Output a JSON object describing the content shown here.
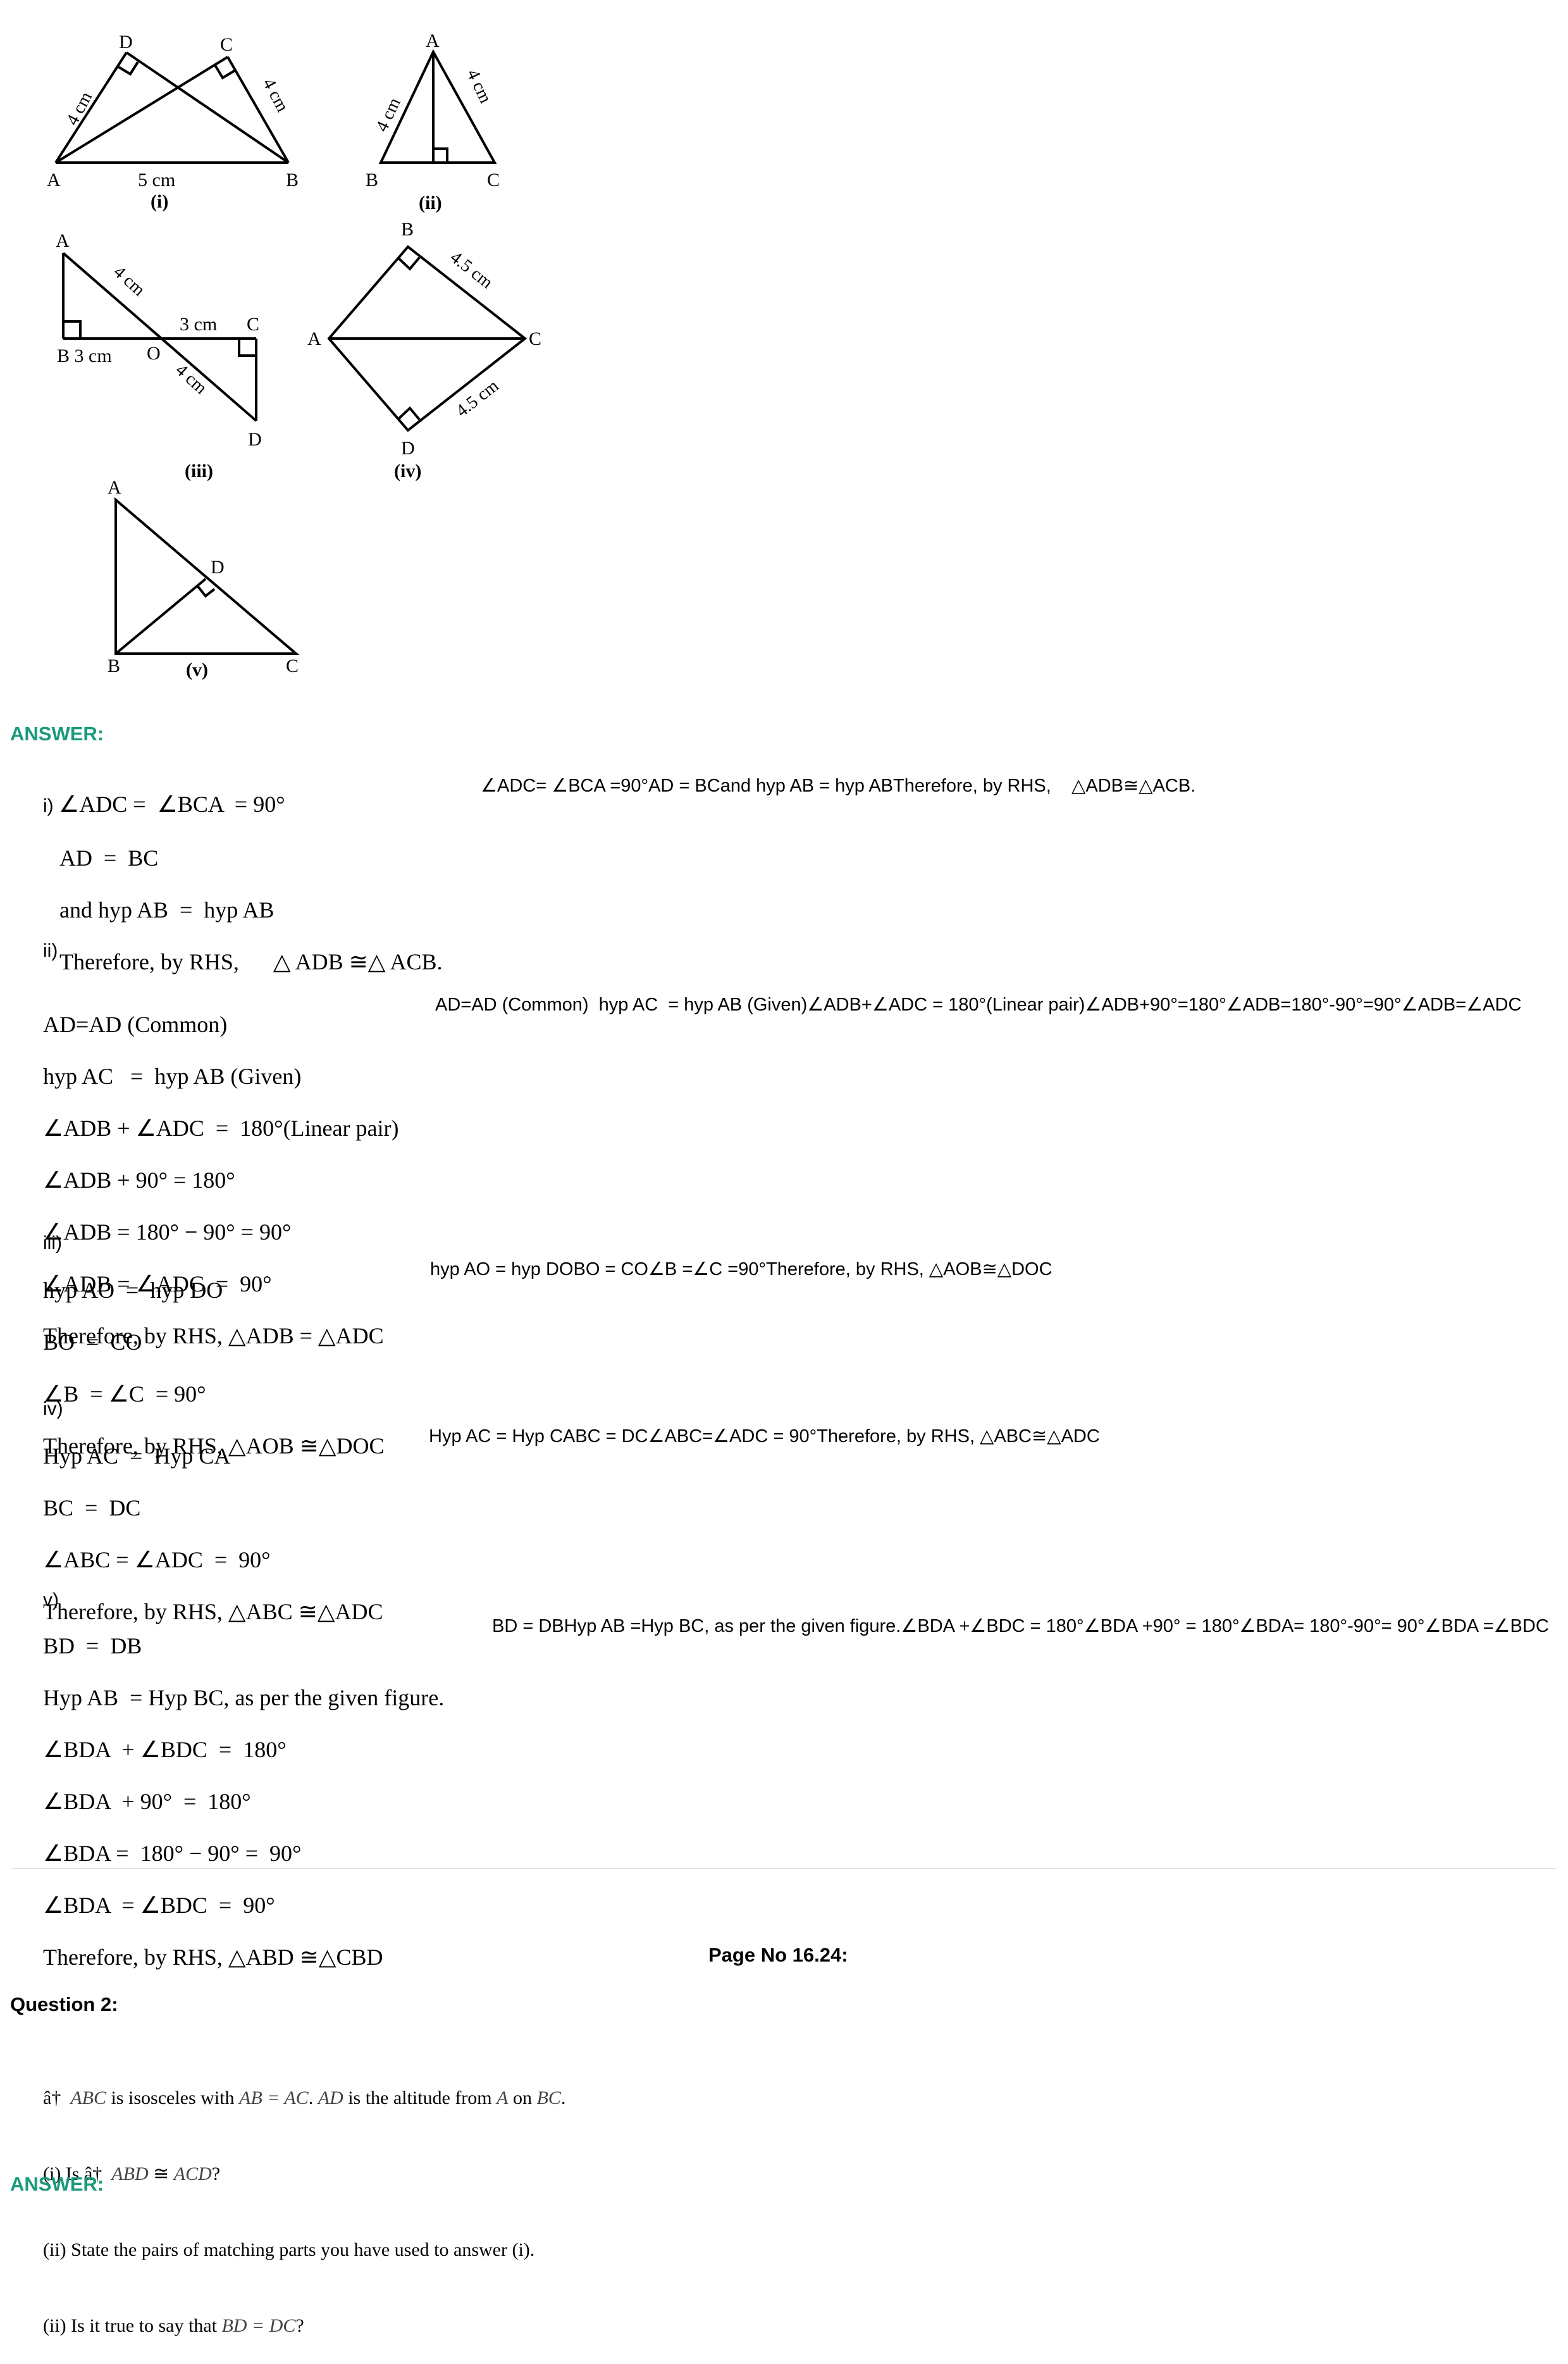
{
  "figures": {
    "fig1": {
      "caption": "(i)",
      "A": "A",
      "B": "B",
      "C": "C",
      "D": "D",
      "len_ad": "4 cm",
      "len_bc": "4 cm",
      "len_ab": "5 cm"
    },
    "fig2": {
      "caption": "(ii)",
      "A": "A",
      "B": "B",
      "C": "C",
      "len_ab": "4 cm",
      "len_ac": "4 cm"
    },
    "fig3": {
      "caption": "(iii)",
      "A": "A",
      "B": "B",
      "C": "C",
      "D": "D",
      "O": "O",
      "len_bo": "B  3 cm",
      "len_oc": "3 cm",
      "len_ao": "4 cm",
      "len_od": "4 cm"
    },
    "fig4": {
      "caption": "(iv)",
      "A": "A",
      "B": "B",
      "C": "C",
      "D": "D",
      "len_bc": "4.5 cm",
      "len_dc": "4.5 cm"
    },
    "fig5": {
      "caption": "(v)",
      "A": "A",
      "B": "B",
      "C": "C",
      "D": "D"
    }
  },
  "answer_label": "ANSWER:",
  "part1": {
    "label": "i) ",
    "lines": [
      "∠ADC =  ∠BCA  = 90°",
      "AD  =  BC",
      "and hyp AB  =  hyp AB",
      "Therefore, by RHS,      △ ADB ≅△ ACB."
    ],
    "alt": "∠ADC= ∠BCA =90°AD = BCand hyp AB = hyp ABTherefore, by RHS,    △ADB≅△ACB."
  },
  "part2": {
    "label": "ii)",
    "lines": [
      "AD=AD (Common)",
      "hyp AC   =  hyp AB (Given)",
      "∠ADB + ∠ADC  =  180°(Linear pair)",
      "∠ADB + 90° = 180°",
      "∠ADB = 180° − 90° = 90°",
      "∠ADB = ∠ADC  =  90°",
      "Therefore, by RHS, △ADB = △ADC"
    ],
    "alt": "AD=AD (Common)  hyp AC  = hyp AB (Given)∠ADB+∠ADC = 180°(Linear pair)∠ADB+90°=180°∠ADB=180°-90°=90°∠ADB=∠ADC"
  },
  "part3": {
    "label": "iii)",
    "lines": [
      "hyp AO  =  hyp DO",
      "BO  =  CO",
      "∠B  = ∠C  = 90°",
      "Therefore, by RHS, △AOB ≅△DOC"
    ],
    "alt": "hyp AO = hyp DOBO = CO∠B =∠C =90°Therefore, by RHS, △AOB≅△DOC"
  },
  "part4": {
    "label": "iv)",
    "lines": [
      "Hyp AC  =  Hyp CA",
      "BC  =  DC",
      "∠ABC = ∠ADC  =  90°",
      "Therefore, by RHS, △ABC ≅△ADC"
    ],
    "alt": "Hyp AC = Hyp CABC = DC∠ABC=∠ADC = 90°Therefore, by RHS, △ABC≅△ADC"
  },
  "part5": {
    "label": "v)",
    "lines": [
      "BD  =  DB",
      "Hyp AB  = Hyp BC, as per the given figure.",
      "∠BDA  + ∠BDC  =  180°",
      "∠BDA  + 90°  =  180°",
      "∠BDA =  180° − 90° =  90°",
      "∠BDA  = ∠BDC  =  90°",
      "Therefore, by RHS, △ABD ≅△CBD"
    ],
    "alt": "BD = DBHyp AB =Hyp BC, as per the given figure.∠BDA +∠BDC = 180°∠BDA +90° = 180°∠BDA= 180°-90°= 90°∠BDA =∠BDC"
  },
  "page_no": "Page No 16.24:",
  "question2": {
    "title": "Question 2:",
    "line1": {
      "pre": "â†  ",
      "abc": "ABC",
      "t1": " is isosceles with ",
      "eq": "AB = AC",
      "t2": ". ",
      "ad": "AD",
      "t3": " is the altitude from ",
      "a": "A",
      "t4": " on ",
      "bc": "BC",
      "t5": "."
    },
    "line2": {
      "pre": "(i) Is â†  ",
      "it": "ABD",
      "mid": " ≅ ",
      "it2": "ACD",
      "end": "?"
    },
    "line3": "(ii) State the pairs of matching parts you have used to answer (i).",
    "line4": {
      "pre": "(ii) Is it true to say that ",
      "it": "BD = DC",
      "end": "?"
    }
  },
  "answer_label_2": "ANSWER:"
}
